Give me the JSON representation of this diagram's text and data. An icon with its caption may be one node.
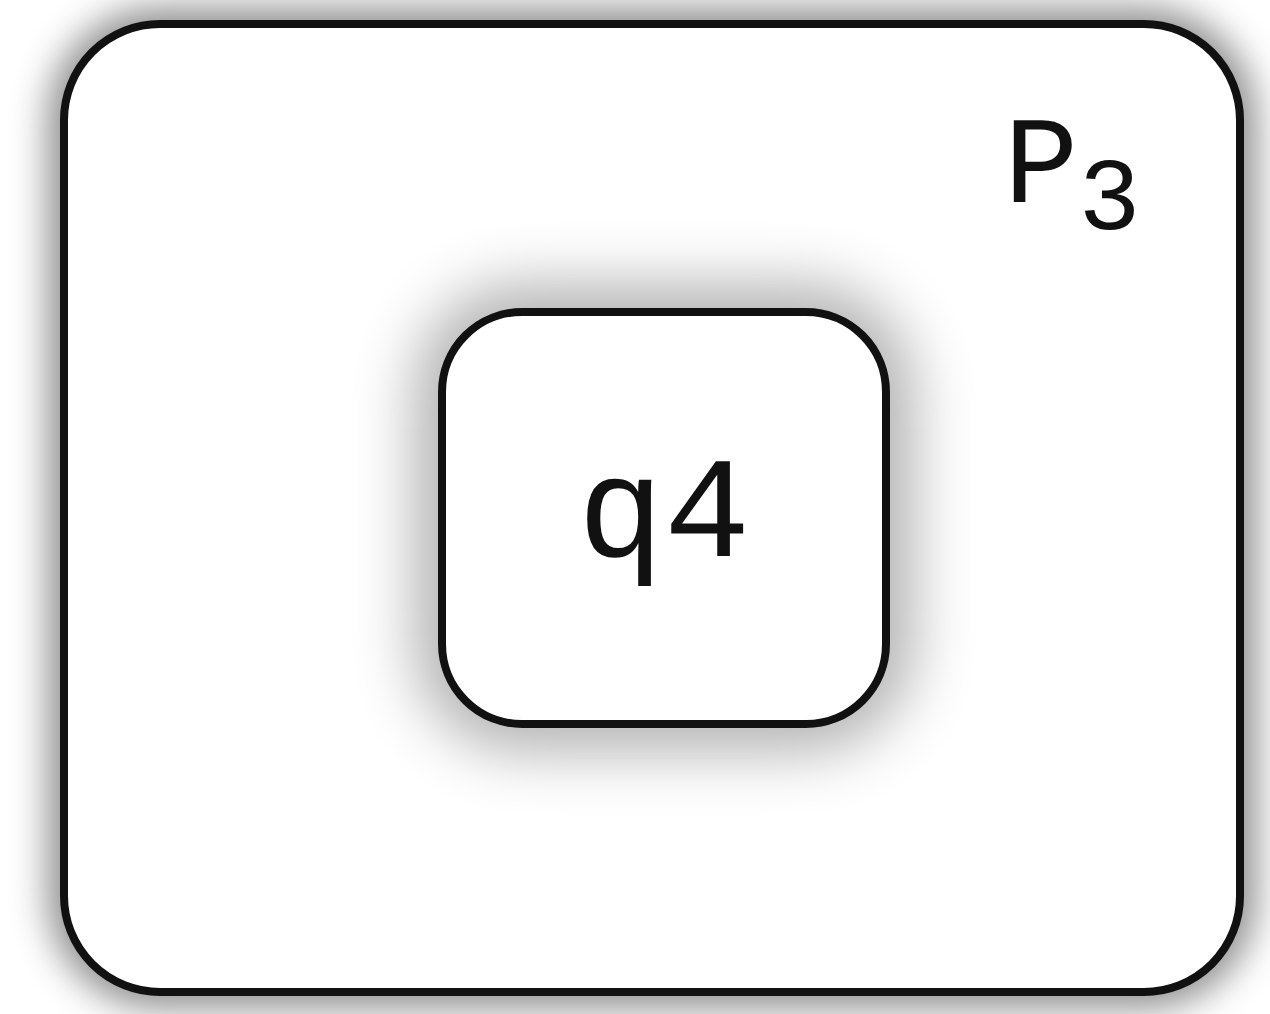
{
  "diagram": {
    "nodes": [
      {
        "text": [
          "P$_{3}$"
        ]
      },
      {
        "text": [
          "q4"
        ],
        "in": 0
      }
    ]
  }
}
